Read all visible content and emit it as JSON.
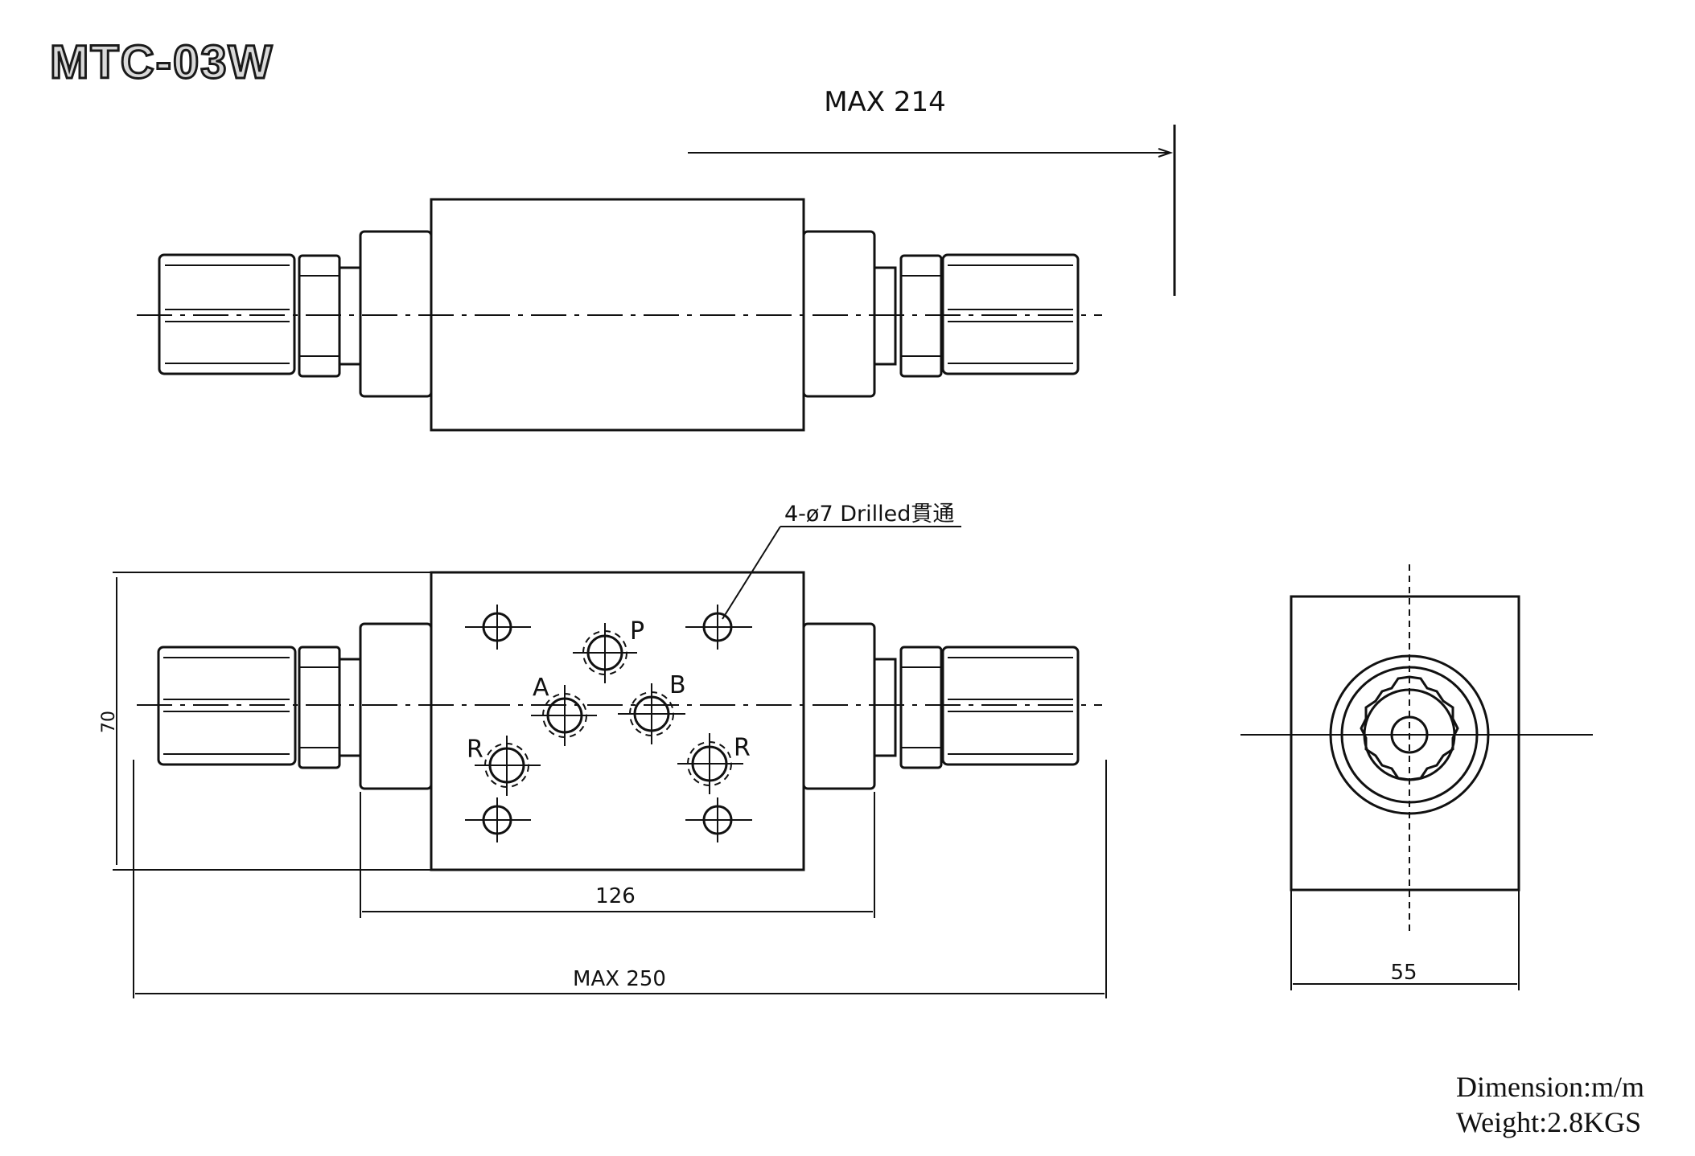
{
  "drawing": {
    "model": "MTC-03W",
    "dimensions": {
      "top_max": "MAX  214",
      "height": "70",
      "body_width": "126",
      "overall_max": "MAX 250",
      "side_width": "55"
    },
    "hole_note": "4-ø7 Drilled貫通",
    "ports": {
      "p": "P",
      "a": "A",
      "b": "B",
      "r_left": "R",
      "r_right": "R"
    },
    "info": {
      "dimension_unit": "Dimension:m/m",
      "weight": "Weight:2.8KGS"
    }
  }
}
